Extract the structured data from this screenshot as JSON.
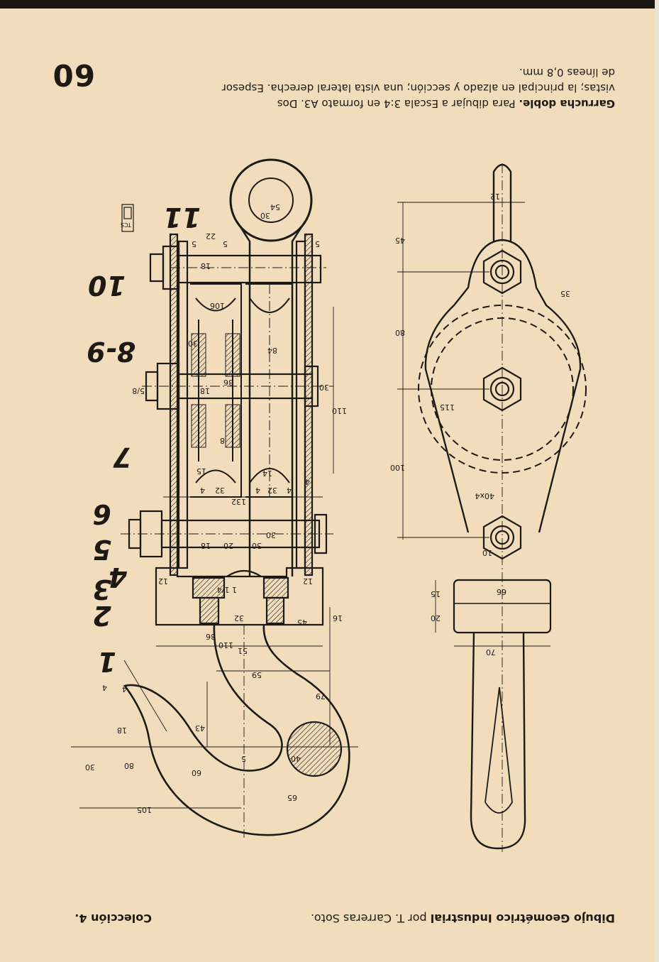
{
  "page_number": "60",
  "description": {
    "title": "Garrucha doble.",
    "line1": " Para dibujar a Escala 3:4 en formato A3. Dos",
    "line2": "vistas; la principal en alzado y sección; una vista lateral derecha. Espesor",
    "line3": "de líneas 0,8 mm."
  },
  "footer": {
    "course": "Dibujo Geométrico Industrial",
    "author": " por T. Carreras Soto.",
    "collection": "Colección 4."
  },
  "logo_text": "TCS",
  "part_labels": [
    "1",
    "2",
    "3",
    "4",
    "5",
    "6",
    "7",
    "8-9",
    "10",
    "11"
  ],
  "dimensions": {
    "front": [
      "54",
      "30",
      "5",
      "5",
      "22",
      "5",
      "18",
      "106",
      "84",
      "30",
      "36",
      "18",
      "5/8",
      "30",
      "110",
      "15",
      "4",
      "32",
      "4",
      "32",
      "4",
      "132",
      "4",
      "14",
      "8",
      "18",
      "20",
      "30",
      "30",
      "12",
      "12",
      "1 1/4",
      "32",
      "36",
      "51",
      "110",
      "16",
      "45",
      "59",
      "79",
      "43",
      "60",
      "5",
      "40",
      "65",
      "80",
      "18",
      "30",
      "105",
      "4",
      "4"
    ],
    "side": [
      "12",
      "45",
      "80",
      "35",
      "115",
      "100",
      "40x4",
      "10",
      "15",
      "20",
      "66",
      "70"
    ]
  }
}
